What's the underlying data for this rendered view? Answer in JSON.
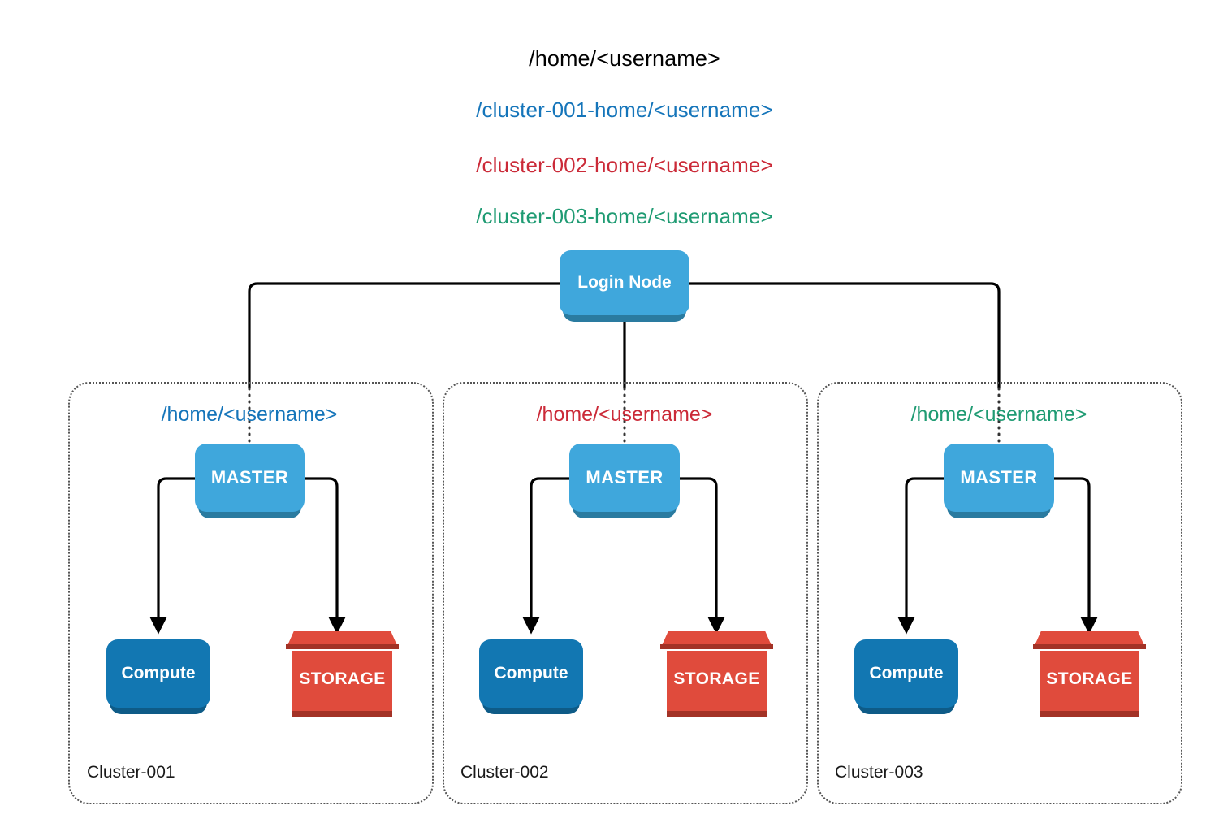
{
  "diagram": {
    "title": "HPC multi-cluster shared home directory layout",
    "colors": {
      "node_light_blue": "#3FA7DC",
      "node_light_blue_shadow": "#2A7BA0",
      "node_dark_blue": "#1277B2",
      "node_dark_blue_shadow": "#0E5B87",
      "storage_red": "#E04B3C",
      "storage_red_shadow": "#A33226",
      "text_black": "#000000",
      "text_blue": "#1575BA",
      "text_red": "#CB2A38",
      "text_green": "#1F9B73",
      "connector_black": "#000000",
      "cluster_border_gray": "#555555"
    }
  },
  "top_paths": [
    {
      "text": "/home/<username>",
      "color_name": "black"
    },
    {
      "text": "/cluster-001-home/<username>",
      "color_name": "blue"
    },
    {
      "text": "/cluster-002-home/<username>",
      "color_name": "red"
    },
    {
      "text": "/cluster-003-home/<username>",
      "color_name": "green"
    }
  ],
  "login_node": {
    "label": "Login Node"
  },
  "clusters": [
    {
      "name": "Cluster-001",
      "home_path": "/home/<username>",
      "color_name": "blue",
      "master_label": "MASTER",
      "compute_label": "Compute",
      "storage_label": "STORAGE"
    },
    {
      "name": "Cluster-002",
      "home_path": "/home/<username>",
      "color_name": "red",
      "master_label": "MASTER",
      "compute_label": "Compute",
      "storage_label": "STORAGE"
    },
    {
      "name": "Cluster-003",
      "home_path": "/home/<username>",
      "color_name": "green",
      "master_label": "MASTER",
      "compute_label": "Compute",
      "storage_label": "STORAGE"
    }
  ]
}
